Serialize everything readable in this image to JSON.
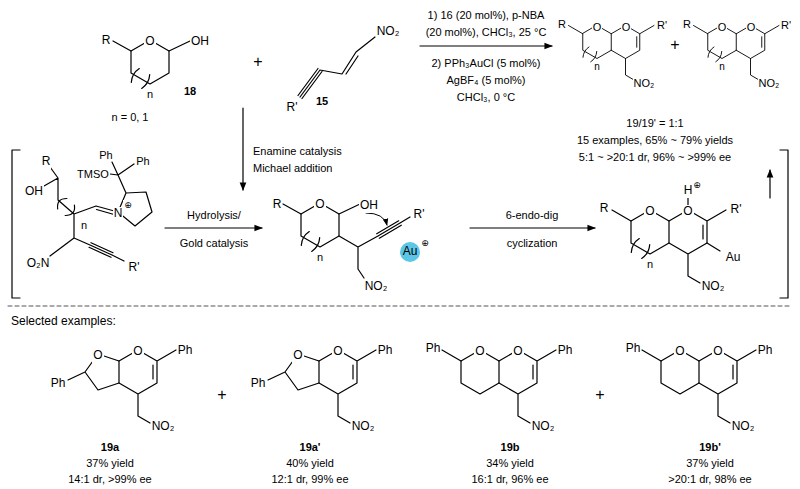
{
  "diagram": {
    "nodes": [
      {
        "text": [
          "Au"
        ]
      }
    ],
    "labels": [
      "R",
      "O",
      "OH",
      "n",
      "18",
      "n = 0, 1",
      "+",
      "NO₂",
      "R'",
      "15",
      "1) 16 (20 mol%), p-NBA",
      "(20 mol%), CHCl₃, 25 °C",
      "2) PPh₃AuCl (5 mol%)",
      "AgBF₄ (5 mol%)",
      "CHCl₃, 0 °C",
      "R",
      "O",
      "O",
      "R'",
      "n",
      "NO₂",
      "+",
      "R",
      "O",
      "O",
      "R'",
      "n",
      "NO₂",
      "19/19' = 1:1",
      "15 examples, 65% ~ 79% yields",
      "5:1 ~ >20:1 dr, 96% ~ >99% ee",
      "Enamine catalysis",
      "Michael addition",
      "R",
      "OH",
      "TMSO",
      "Ph",
      "Ph",
      "N",
      "⊕",
      "n",
      "O₂N",
      "R'",
      "Hydrolysis/",
      "Gold catalysis",
      "R",
      "O",
      "OH",
      "n",
      "NO₂",
      "R'",
      "⊕",
      "6-endo-dig",
      "cyclization",
      "R",
      "O",
      "H",
      "⊕",
      "O",
      "R'",
      "Au",
      "n",
      "NO₂",
      "Selected examples:",
      "Ph",
      "O",
      "O",
      "Ph",
      "NO₂",
      "19a",
      "37% yield",
      "14:1 dr, >99% ee",
      "+",
      "Ph",
      "O",
      "O",
      "Ph",
      "NO₂",
      "19a'",
      "40% yield",
      "12:1 dr, 99% ee",
      "Ph",
      "O",
      "O",
      "Ph",
      "NO₂",
      "19b",
      "34% yield",
      "16:1 dr, 96% ee",
      "+",
      "Ph",
      "O",
      "O",
      "Ph",
      "NO₂",
      "19b'",
      "37% yield",
      ">20:1 dr, 98% ee"
    ]
  }
}
